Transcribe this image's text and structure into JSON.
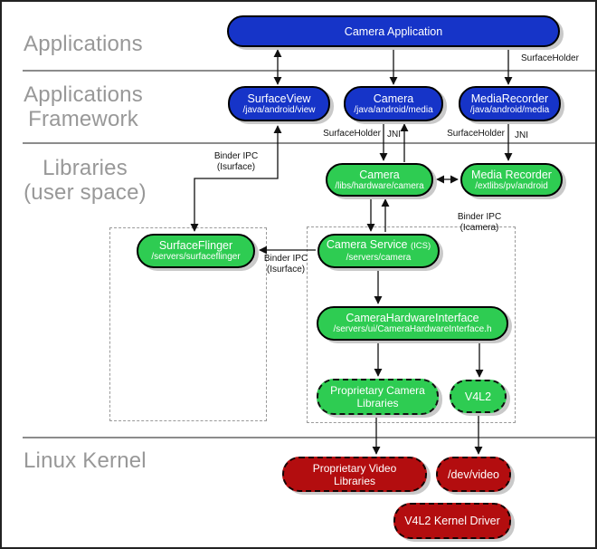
{
  "colors": {
    "blue": "#1634c8",
    "green": "#2ecc52",
    "red": "#b30d0f",
    "shadow": "#c9c9c9",
    "layer_label": "#989898",
    "divider": "#8c8c8c"
  },
  "layers": {
    "applications": "Applications",
    "applications_framework": "Applications\nFramework",
    "libraries": "Libraries\n(user space)",
    "linux_kernel": "Linux Kernel"
  },
  "nodes": {
    "camera_application": {
      "title": "Camera Application"
    },
    "surface_view": {
      "title": "SurfaceView",
      "path": "/java/android/view"
    },
    "camera_framework": {
      "title": "Camera",
      "path": "/java/android/media"
    },
    "media_recorder_framework": {
      "title": "MediaRecorder",
      "path": "/java/android/media"
    },
    "camera_library": {
      "title": "Camera",
      "path": "/libs/hardware/camera"
    },
    "media_recorder_library": {
      "title": "Media Recorder",
      "path": "/extlibs/pv/android"
    },
    "surface_flinger": {
      "title": "SurfaceFlinger",
      "path": "/servers/surfaceflinger"
    },
    "camera_service": {
      "title": "Camera Service",
      "suffix": "(ICS)",
      "path": "/servers/camera"
    },
    "camera_hardware_interface": {
      "title": "CameraHardwareInterface",
      "path": "/servers/ui/CameraHardwareInterface.h"
    },
    "proprietary_camera_libraries": {
      "title": "Proprietary Camera Libraries"
    },
    "v4l2": {
      "title": "V4L2"
    },
    "proprietary_video_libraries": {
      "title": "Proprietary Video Libraries"
    },
    "dev_video": {
      "title": "/dev/video"
    },
    "v4l2_kernel_driver": {
      "title": "V4L2 Kernel Driver"
    }
  },
  "edge_labels": {
    "surfaceholder_top": "SurfaceHolder",
    "surfaceholder_camera": "SurfaceHolder",
    "jni_camera": "JNI",
    "surfaceholder_mediarecorder": "SurfaceHolder",
    "jni_mediarecorder": "JNI",
    "binder_ipc_isurface_surfaceview": "Binder IPC\n(Isurface)",
    "binder_ipc_isurface_cameraservice": "Binder IPC\n(Isurface)",
    "binder_ipc_icamera": "Binder IPC\n(Icamera)"
  }
}
